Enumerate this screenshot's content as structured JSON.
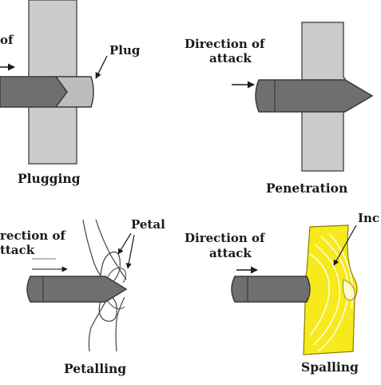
{
  "panels": {
    "plugging": {
      "direction_text": "of",
      "plug_label": "Plug",
      "caption": "Plugging"
    },
    "penetration": {
      "direction_line1": "Direction of",
      "direction_line2": "attack",
      "caption": "Penetration"
    },
    "petalling": {
      "direction_line1": "rection of",
      "direction_line2": "ttack",
      "petal_label": "Petal",
      "caption": "Petalling"
    },
    "spalling": {
      "direction_line1": "Direction of",
      "direction_line2": "attack",
      "partial_label": "Inc",
      "caption": "Spalling"
    }
  },
  "colors": {
    "plate": "#cbcbcb",
    "plate_edge": "#555555",
    "projectile": "#6f6f6f",
    "projectile_edge": "#3a3a3a",
    "plug": "#bdbdbd",
    "spall_plate": "#f6ea1c",
    "spall_line": "#ffffff"
  }
}
